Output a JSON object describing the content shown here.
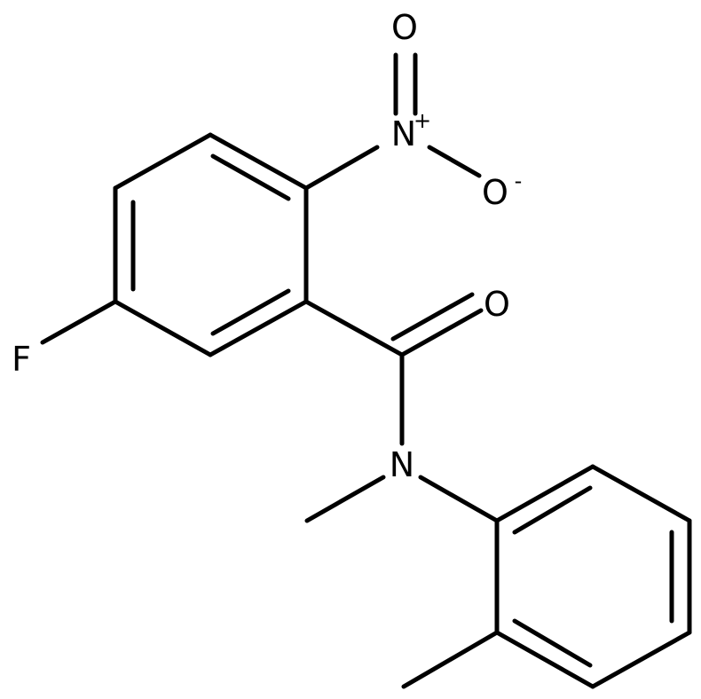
{
  "atoms": {
    "oxygen_top": "O",
    "nitrogen_nitro": "N",
    "nitro_charge": "+",
    "oxygen_nitro": "O",
    "oxygen_charge": "-",
    "oxygen_carbonyl": "O",
    "fluorine": "F",
    "nitrogen_amide": "N"
  },
  "colors": {
    "bond": "#000000",
    "background": "#ffffff"
  }
}
